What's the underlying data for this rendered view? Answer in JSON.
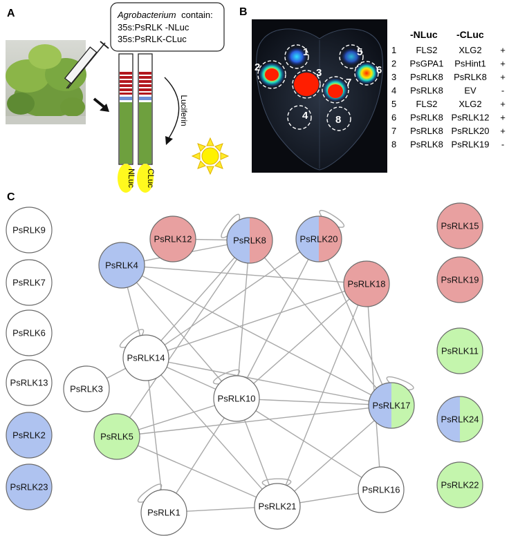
{
  "panels": {
    "a": "A",
    "b": "B",
    "c": "C"
  },
  "panel_a": {
    "callout_line1_italic": "Agrobacterium",
    "callout_line1_rest": "contain:",
    "callout_line2": "35s:PsRLK -NLuc",
    "callout_line3": "35s:PsRLK-CLuc",
    "substrate": "Luciferin",
    "nluc": "NLuc",
    "cluc": "CLuc"
  },
  "panel_b": {
    "spot_labels": [
      "1",
      "2",
      "3",
      "4",
      "5",
      "6",
      "7",
      "8"
    ],
    "header_nluc": "-NLuc",
    "header_cluc": "-CLuc",
    "rows": [
      {
        "n": "1",
        "nluc": "FLS2",
        "cluc": "XLG2",
        "sign": "+"
      },
      {
        "n": "2",
        "nluc": "PsGPA1",
        "cluc": "PsHint1",
        "sign": "+"
      },
      {
        "n": "3",
        "nluc": "PsRLK8",
        "cluc": "PsRLK8",
        "sign": "+"
      },
      {
        "n": "4",
        "nluc": "PsRLK8",
        "cluc": "EV",
        "sign": "-"
      },
      {
        "n": "5",
        "nluc": "FLS2",
        "cluc": "XLG2",
        "sign": "+"
      },
      {
        "n": "6",
        "nluc": "PsRLK8",
        "cluc": "PsRLK12",
        "sign": "+"
      },
      {
        "n": "7",
        "nluc": "PsRLK8",
        "cluc": "PsRLK20",
        "sign": "+"
      },
      {
        "n": "8",
        "nluc": "PsRLK8",
        "cluc": "PsRLK19",
        "sign": "-"
      }
    ]
  },
  "colors": {
    "red": "#e8a0a0",
    "blue": "#afc3f0",
    "green": "#c4f5ad",
    "white": "#ffffff",
    "edge": "#a8a8a8"
  },
  "network": {
    "nodes": [
      {
        "id": "PsRLK9",
        "label": "PsRLK9",
        "fill": [
          "white"
        ]
      },
      {
        "id": "PsRLK7",
        "label": "PsRLK7",
        "fill": [
          "white"
        ]
      },
      {
        "id": "PsRLK6",
        "label": "PsRLK6",
        "fill": [
          "white"
        ]
      },
      {
        "id": "PsRLK13",
        "label": "PsRLK13",
        "fill": [
          "white"
        ]
      },
      {
        "id": "PsRLK2",
        "label": "PsRLK2",
        "fill": [
          "blue"
        ]
      },
      {
        "id": "PsRLK23",
        "label": "PsRLK23",
        "fill": [
          "blue"
        ]
      },
      {
        "id": "PsRLK12",
        "label": "PsRLK12",
        "fill": [
          "red"
        ]
      },
      {
        "id": "PsRLK8",
        "label": "PsRLK8",
        "fill": [
          "blue",
          "red"
        ]
      },
      {
        "id": "PsRLK20",
        "label": "PsRLK20",
        "fill": [
          "blue",
          "red"
        ]
      },
      {
        "id": "PsRLK4",
        "label": "PsRLK4",
        "fill": [
          "blue"
        ]
      },
      {
        "id": "PsRLK18",
        "label": "PsRLK18",
        "fill": [
          "red"
        ]
      },
      {
        "id": "PsRLK14",
        "label": "PsRLK14",
        "fill": [
          "white"
        ]
      },
      {
        "id": "PsRLK3",
        "label": "PsRLK3",
        "fill": [
          "white"
        ]
      },
      {
        "id": "PsRLK10",
        "label": "PsRLK10",
        "fill": [
          "white"
        ]
      },
      {
        "id": "PsRLK17",
        "label": "PsRLK17",
        "fill": [
          "blue",
          "green"
        ]
      },
      {
        "id": "PsRLK5",
        "label": "PsRLK5",
        "fill": [
          "green"
        ]
      },
      {
        "id": "PsRLK1",
        "label": "PsRLK1",
        "fill": [
          "white"
        ]
      },
      {
        "id": "PsRLK21",
        "label": "PsRLK21",
        "fill": [
          "white"
        ]
      },
      {
        "id": "PsRLK16",
        "label": "PsRLK16",
        "fill": [
          "white"
        ]
      },
      {
        "id": "PsRLK15",
        "label": "PsRLK15",
        "fill": [
          "red"
        ]
      },
      {
        "id": "PsRLK19",
        "label": "PsRLK19",
        "fill": [
          "red"
        ]
      },
      {
        "id": "PsRLK11",
        "label": "PsRLK11",
        "fill": [
          "green"
        ]
      },
      {
        "id": "PsRLK24",
        "label": "PsRLK24",
        "fill": [
          "blue",
          "green"
        ]
      },
      {
        "id": "PsRLK22",
        "label": "PsRLK22",
        "fill": [
          "green"
        ]
      }
    ],
    "edges": [
      [
        "PsRLK12",
        "PsRLK8"
      ],
      [
        "PsRLK4",
        "PsRLK8"
      ],
      [
        "PsRLK4",
        "PsRLK18"
      ],
      [
        "PsRLK4",
        "PsRLK14"
      ],
      [
        "PsRLK4",
        "PsRLK10"
      ],
      [
        "PsRLK4",
        "PsRLK17"
      ],
      [
        "PsRLK8",
        "PsRLK14"
      ],
      [
        "PsRLK8",
        "PsRLK10"
      ],
      [
        "PsRLK8",
        "PsRLK17"
      ],
      [
        "PsRLK8",
        "PsRLK5"
      ],
      [
        "PsRLK20",
        "PsRLK14"
      ],
      [
        "PsRLK20",
        "PsRLK10"
      ],
      [
        "PsRLK20",
        "PsRLK17"
      ],
      [
        "PsRLK18",
        "PsRLK14"
      ],
      [
        "PsRLK18",
        "PsRLK10"
      ],
      [
        "PsRLK18",
        "PsRLK21"
      ],
      [
        "PsRLK18",
        "PsRLK16"
      ],
      [
        "PsRLK14",
        "PsRLK3"
      ],
      [
        "PsRLK14",
        "PsRLK10"
      ],
      [
        "PsRLK14",
        "PsRLK17"
      ],
      [
        "PsRLK14",
        "PsRLK1"
      ],
      [
        "PsRLK14",
        "PsRLK21"
      ],
      [
        "PsRLK10",
        "PsRLK17"
      ],
      [
        "PsRLK10",
        "PsRLK5"
      ],
      [
        "PsRLK10",
        "PsRLK1"
      ],
      [
        "PsRLK10",
        "PsRLK21"
      ],
      [
        "PsRLK10",
        "PsRLK16"
      ],
      [
        "PsRLK17",
        "PsRLK5"
      ],
      [
        "PsRLK17",
        "PsRLK21"
      ],
      [
        "PsRLK1",
        "PsRLK21"
      ],
      [
        "PsRLK21",
        "PsRLK16"
      ],
      [
        "PsRLK5",
        "PsRLK21"
      ]
    ],
    "self_loops": [
      "PsRLK8",
      "PsRLK20",
      "PsRLK14",
      "PsRLK10",
      "PsRLK17",
      "PsRLK1",
      "PsRLK21"
    ]
  }
}
